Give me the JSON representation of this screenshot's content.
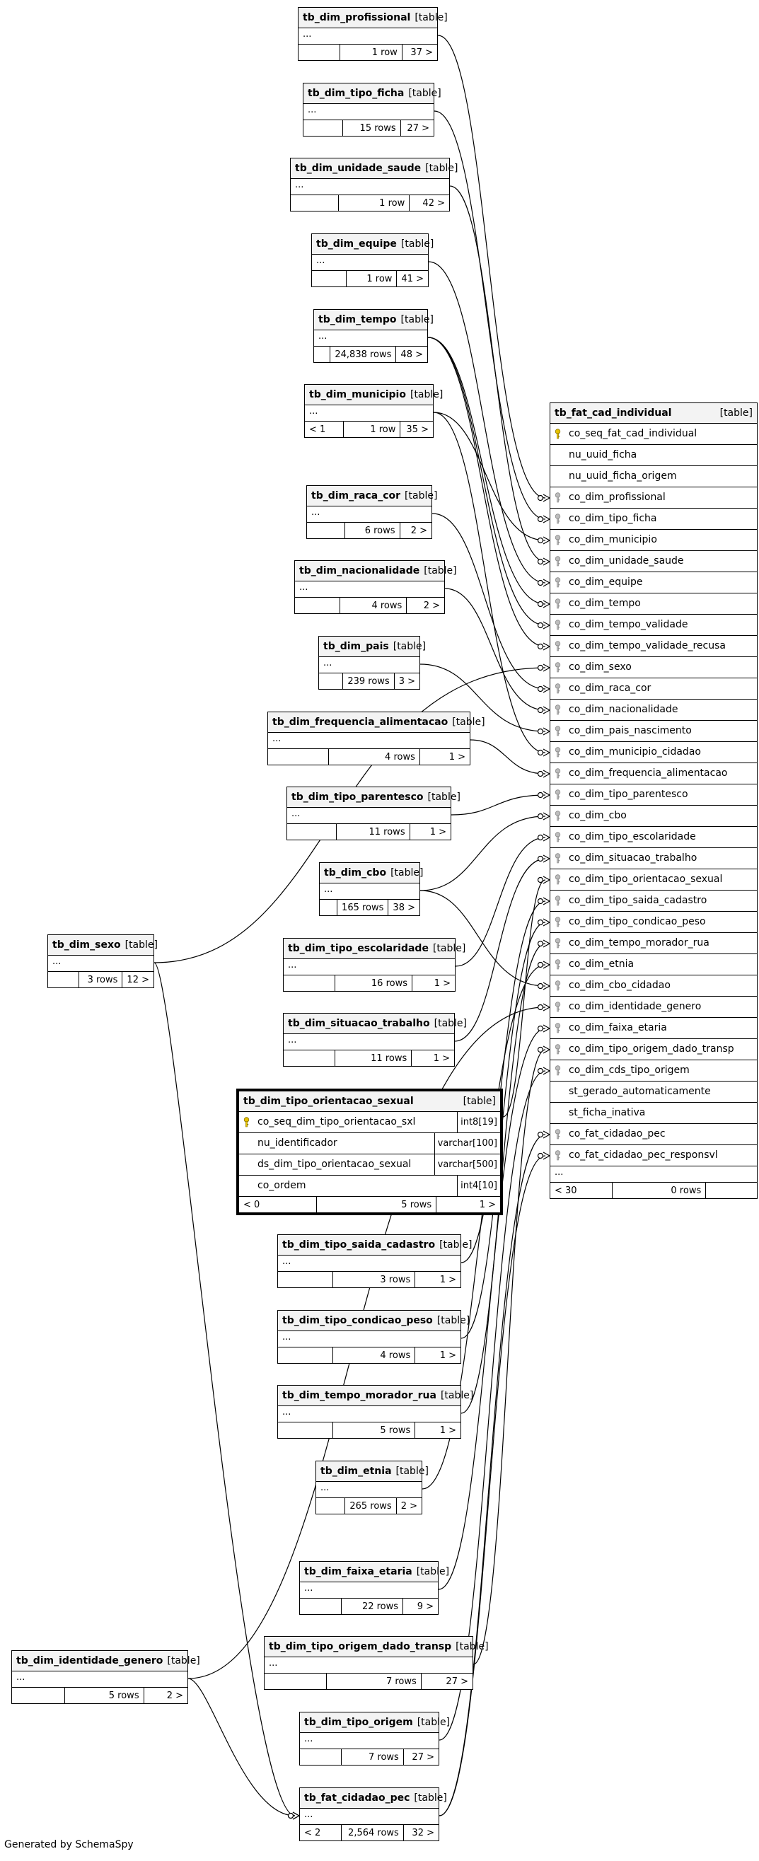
{
  "diagram": {
    "generated_by": "Generated by SchemaSpy",
    "table_tag": "[table]",
    "ellipsis": "...",
    "fact": {
      "name": "tb_fat_cad_individual",
      "columns": [
        {
          "name": "co_seq_fat_cad_individual",
          "key": "primary"
        },
        {
          "name": "nu_uuid_ficha",
          "key": "none"
        },
        {
          "name": "nu_uuid_ficha_origem",
          "key": "none"
        },
        {
          "name": "co_dim_profissional",
          "key": "foreign"
        },
        {
          "name": "co_dim_tipo_ficha",
          "key": "foreign"
        },
        {
          "name": "co_dim_municipio",
          "key": "foreign"
        },
        {
          "name": "co_dim_unidade_saude",
          "key": "foreign"
        },
        {
          "name": "co_dim_equipe",
          "key": "foreign"
        },
        {
          "name": "co_dim_tempo",
          "key": "foreign"
        },
        {
          "name": "co_dim_tempo_validade",
          "key": "foreign"
        },
        {
          "name": "co_dim_tempo_validade_recusa",
          "key": "foreign"
        },
        {
          "name": "co_dim_sexo",
          "key": "foreign"
        },
        {
          "name": "co_dim_raca_cor",
          "key": "foreign"
        },
        {
          "name": "co_dim_nacionalidade",
          "key": "foreign"
        },
        {
          "name": "co_dim_pais_nascimento",
          "key": "foreign"
        },
        {
          "name": "co_dim_municipio_cidadao",
          "key": "foreign"
        },
        {
          "name": "co_dim_frequencia_alimentacao",
          "key": "foreign"
        },
        {
          "name": "co_dim_tipo_parentesco",
          "key": "foreign"
        },
        {
          "name": "co_dim_cbo",
          "key": "foreign"
        },
        {
          "name": "co_dim_tipo_escolaridade",
          "key": "foreign"
        },
        {
          "name": "co_dim_situacao_trabalho",
          "key": "foreign"
        },
        {
          "name": "co_dim_tipo_orientacao_sexual",
          "key": "foreign"
        },
        {
          "name": "co_dim_tipo_saida_cadastro",
          "key": "foreign"
        },
        {
          "name": "co_dim_tipo_condicao_peso",
          "key": "foreign"
        },
        {
          "name": "co_dim_tempo_morador_rua",
          "key": "foreign"
        },
        {
          "name": "co_dim_etnia",
          "key": "foreign"
        },
        {
          "name": "co_dim_cbo_cidadao",
          "key": "foreign"
        },
        {
          "name": "co_dim_identidade_genero",
          "key": "foreign"
        },
        {
          "name": "co_dim_faixa_etaria",
          "key": "foreign"
        },
        {
          "name": "co_dim_tipo_origem_dado_transp",
          "key": "foreign"
        },
        {
          "name": "co_dim_cds_tipo_origem",
          "key": "foreign"
        },
        {
          "name": "st_gerado_automaticamente",
          "key": "none"
        },
        {
          "name": "st_ficha_inativa",
          "key": "none"
        },
        {
          "name": "co_fat_cidadao_pec",
          "key": "foreign"
        },
        {
          "name": "co_fat_cidadao_pec_responsvl",
          "key": "foreign"
        }
      ],
      "footer": {
        "parents": "< 30",
        "rows": "0 rows",
        "children": ""
      }
    },
    "dims": [
      {
        "id": "prof",
        "name": "tb_dim_profissional",
        "parents": "",
        "rows": "1 row",
        "children": "37 >"
      },
      {
        "id": "tficha",
        "name": "tb_dim_tipo_ficha",
        "parents": "",
        "rows": "15 rows",
        "children": "27 >"
      },
      {
        "id": "unid",
        "name": "tb_dim_unidade_saude",
        "parents": "",
        "rows": "1 row",
        "children": "42 >"
      },
      {
        "id": "equipe",
        "name": "tb_dim_equipe",
        "parents": "",
        "rows": "1 row",
        "children": "41 >"
      },
      {
        "id": "tempo",
        "name": "tb_dim_tempo",
        "parents": "",
        "rows": "24,838 rows",
        "children": "48 >"
      },
      {
        "id": "mun",
        "name": "tb_dim_municipio",
        "parents": "< 1",
        "rows": "1 row",
        "children": "35 >"
      },
      {
        "id": "raca",
        "name": "tb_dim_raca_cor",
        "parents": "",
        "rows": "6 rows",
        "children": "2 >"
      },
      {
        "id": "nac",
        "name": "tb_dim_nacionalidade",
        "parents": "",
        "rows": "4 rows",
        "children": "2 >"
      },
      {
        "id": "pais",
        "name": "tb_dim_pais",
        "parents": "",
        "rows": "239 rows",
        "children": "3 >"
      },
      {
        "id": "freq",
        "name": "tb_dim_frequencia_alimentacao",
        "parents": "",
        "rows": "4 rows",
        "children": "1 >"
      },
      {
        "id": "parent",
        "name": "tb_dim_tipo_parentesco",
        "parents": "",
        "rows": "11 rows",
        "children": "1 >"
      },
      {
        "id": "cbo",
        "name": "tb_dim_cbo",
        "parents": "",
        "rows": "165 rows",
        "children": "38 >"
      },
      {
        "id": "sexo",
        "name": "tb_dim_sexo",
        "parents": "",
        "rows": "3 rows",
        "children": "12 >"
      },
      {
        "id": "escol",
        "name": "tb_dim_tipo_escolaridade",
        "parents": "",
        "rows": "16 rows",
        "children": "1 >"
      },
      {
        "id": "sit",
        "name": "tb_dim_situacao_trabalho",
        "parents": "",
        "rows": "11 rows",
        "children": "1 >"
      },
      {
        "id": "saida",
        "name": "tb_dim_tipo_saida_cadastro",
        "parents": "",
        "rows": "3 rows",
        "children": "1 >"
      },
      {
        "id": "peso",
        "name": "tb_dim_tipo_condicao_peso",
        "parents": "",
        "rows": "4 rows",
        "children": "1 >"
      },
      {
        "id": "morador",
        "name": "tb_dim_tempo_morador_rua",
        "parents": "",
        "rows": "5 rows",
        "children": "1 >"
      },
      {
        "id": "etnia",
        "name": "tb_dim_etnia",
        "parents": "",
        "rows": "265 rows",
        "children": "2 >"
      },
      {
        "id": "faixa",
        "name": "tb_dim_faixa_etaria",
        "parents": "",
        "rows": "22 rows",
        "children": "9 >"
      },
      {
        "id": "transp",
        "name": "tb_dim_tipo_origem_dado_transp",
        "parents": "",
        "rows": "7 rows",
        "children": "27 >"
      },
      {
        "id": "tiporig",
        "name": "tb_dim_tipo_origem",
        "parents": "",
        "rows": "7 rows",
        "children": "27 >"
      },
      {
        "id": "genero",
        "name": "tb_dim_identidade_genero",
        "parents": "",
        "rows": "5 rows",
        "children": "2 >"
      },
      {
        "id": "pec",
        "name": "tb_fat_cidadao_pec",
        "parents": "< 2",
        "rows": "2,564 rows",
        "children": "32 >"
      }
    ],
    "orientacao": {
      "name": "tb_dim_tipo_orientacao_sexual",
      "columns": [
        {
          "name": "co_seq_dim_tipo_orientacao_sxl",
          "type": "int8[19]",
          "key": "primary"
        },
        {
          "name": "nu_identificador",
          "type": "varchar[100]",
          "key": "none"
        },
        {
          "name": "ds_dim_tipo_orientacao_sexual",
          "type": "varchar[500]",
          "key": "none"
        },
        {
          "name": "co_ordem",
          "type": "int4[10]",
          "key": "none"
        }
      ],
      "footer": {
        "parents": "< 0",
        "rows": "5 rows",
        "children": "1 >"
      }
    },
    "links": [
      {
        "from": "prof",
        "to": "co_dim_profissional"
      },
      {
        "from": "tficha",
        "to": "co_dim_tipo_ficha"
      },
      {
        "from": "mun",
        "to": "co_dim_municipio"
      },
      {
        "from": "unid",
        "to": "co_dim_unidade_saude"
      },
      {
        "from": "equipe",
        "to": "co_dim_equipe"
      },
      {
        "from": "tempo",
        "to": "co_dim_tempo"
      },
      {
        "from": "tempo",
        "to": "co_dim_tempo_validade"
      },
      {
        "from": "tempo",
        "to": "co_dim_tempo_validade_recusa"
      },
      {
        "from": "sexo",
        "to": "co_dim_sexo"
      },
      {
        "from": "raca",
        "to": "co_dim_raca_cor"
      },
      {
        "from": "nac",
        "to": "co_dim_nacionalidade"
      },
      {
        "from": "pais",
        "to": "co_dim_pais_nascimento"
      },
      {
        "from": "mun",
        "to": "co_dim_municipio_cidadao"
      },
      {
        "from": "freq",
        "to": "co_dim_frequencia_alimentacao"
      },
      {
        "from": "parent",
        "to": "co_dim_tipo_parentesco"
      },
      {
        "from": "cbo",
        "to": "co_dim_cbo"
      },
      {
        "from": "escol",
        "to": "co_dim_tipo_escolaridade"
      },
      {
        "from": "sit",
        "to": "co_dim_situacao_trabalho"
      },
      {
        "from": "orientacao",
        "to": "co_dim_tipo_orientacao_sexual"
      },
      {
        "from": "saida",
        "to": "co_dim_tipo_saida_cadastro"
      },
      {
        "from": "peso",
        "to": "co_dim_tipo_condicao_peso"
      },
      {
        "from": "morador",
        "to": "co_dim_tempo_morador_rua"
      },
      {
        "from": "etnia",
        "to": "co_dim_etnia"
      },
      {
        "from": "cbo",
        "to": "co_dim_cbo_cidadao"
      },
      {
        "from": "genero",
        "to": "co_dim_identidade_genero"
      },
      {
        "from": "faixa",
        "to": "co_dim_faixa_etaria"
      },
      {
        "from": "transp",
        "to": "co_dim_tipo_origem_dado_transp"
      },
      {
        "from": "tiporig",
        "to": "co_dim_cds_tipo_origem"
      },
      {
        "from": "pec",
        "to": "co_fat_cidadao_pec"
      },
      {
        "from": "pec",
        "to": "co_fat_cidadao_pec_responsvl"
      },
      {
        "from": "sexo",
        "to": "pec"
      },
      {
        "from": "genero",
        "to": "pec"
      }
    ]
  }
}
